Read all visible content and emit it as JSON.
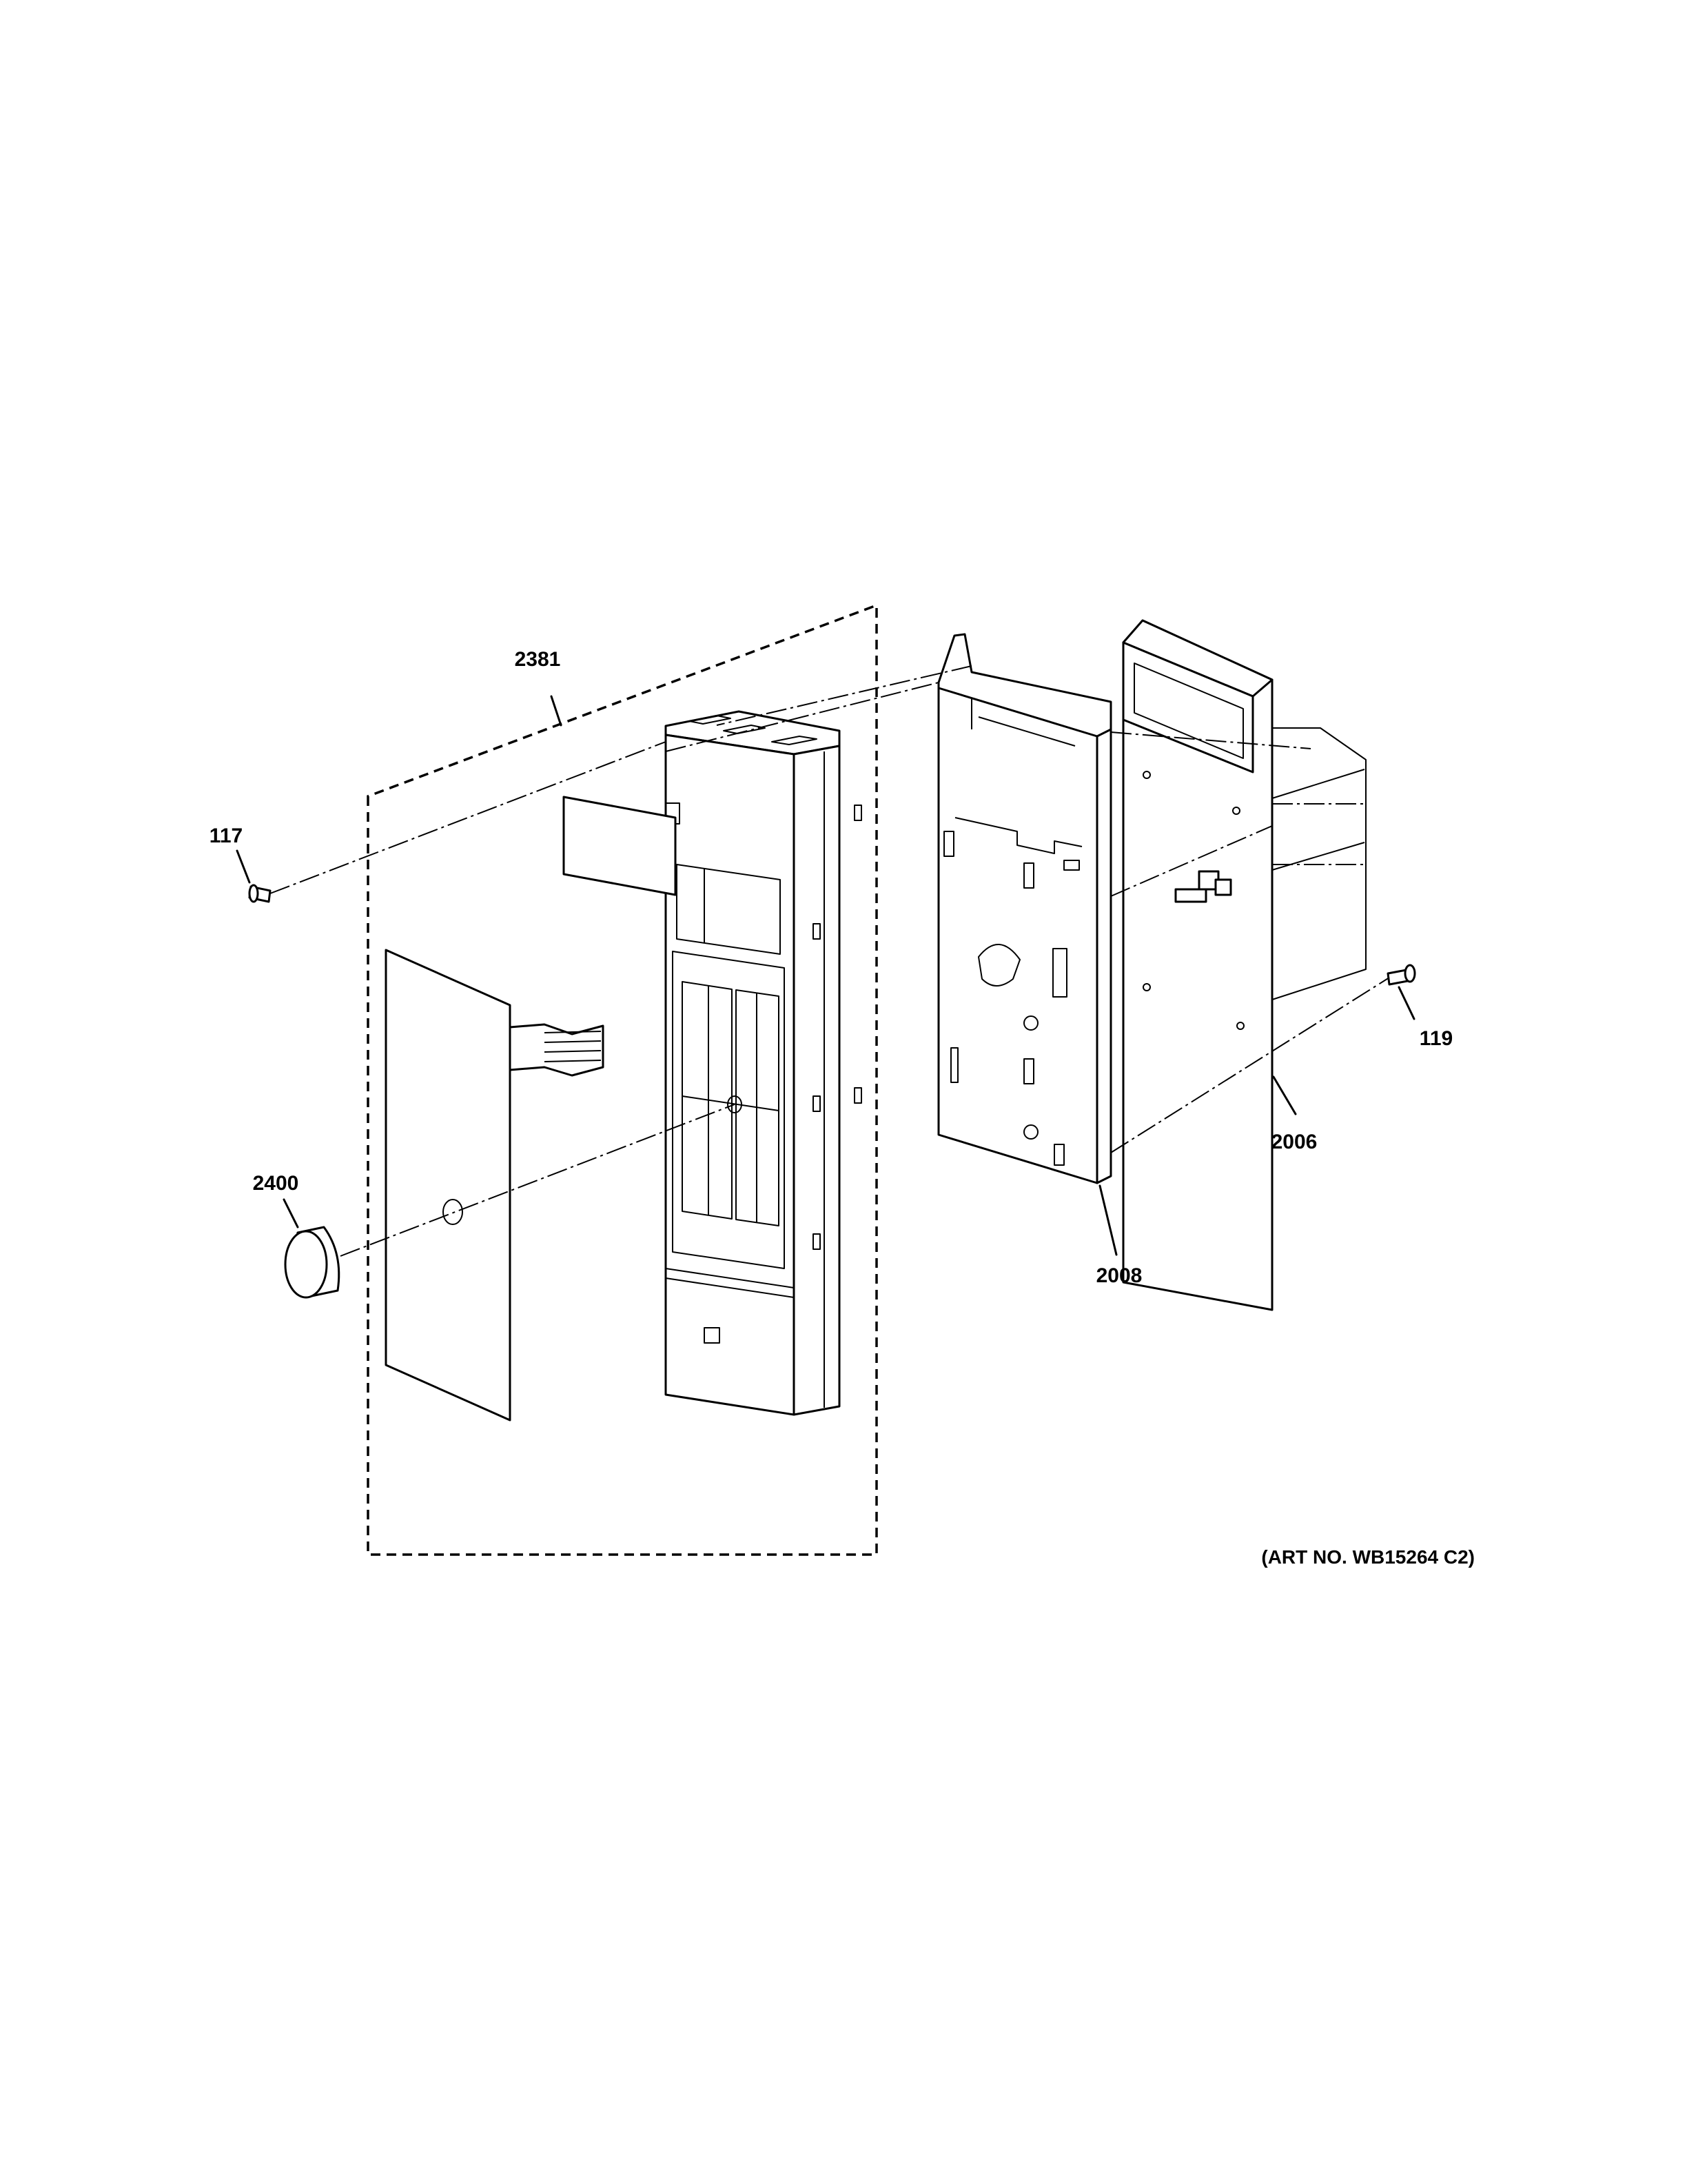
{
  "callouts": {
    "c2381": "2381",
    "c117": "117",
    "c2400": "2400",
    "c119": "119",
    "c2006": "2006",
    "c2008": "2008"
  },
  "art_number": "(ART NO. WB15264 C2)",
  "colors": {
    "line": "#000000",
    "background": "#ffffff"
  }
}
